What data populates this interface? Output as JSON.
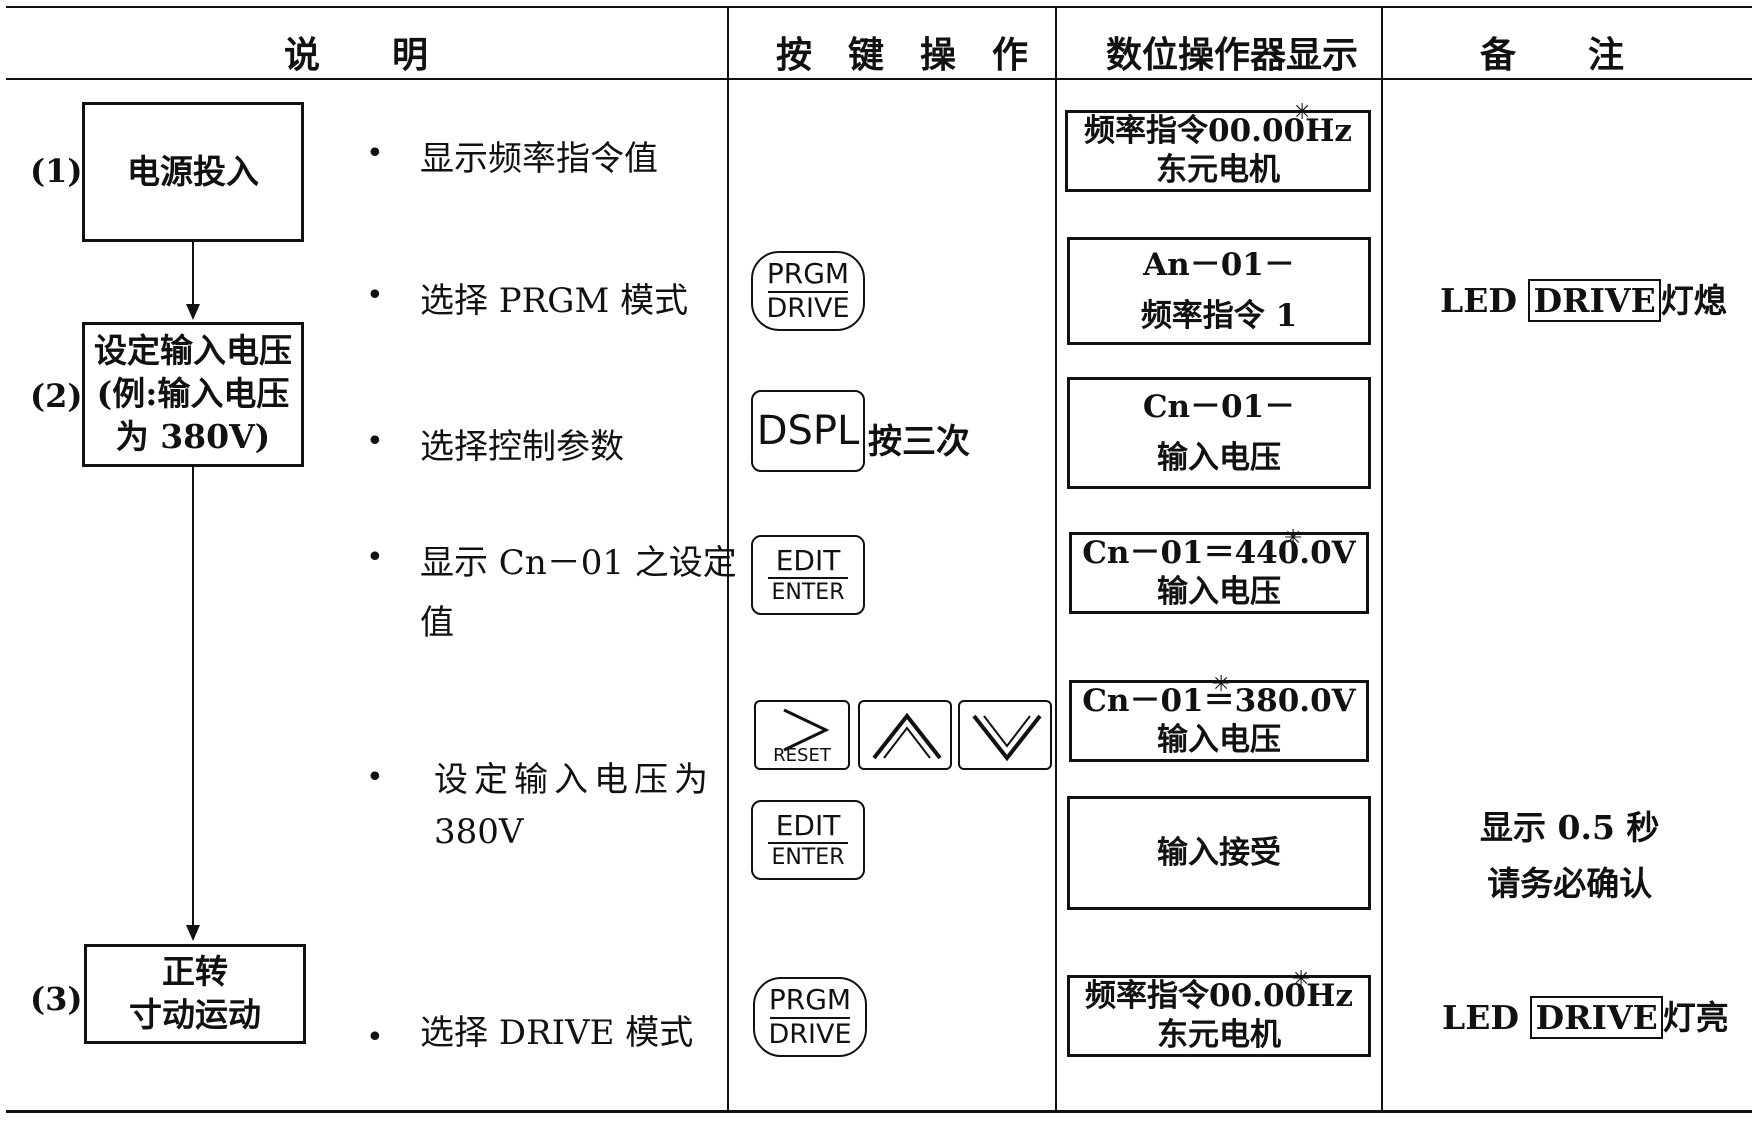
{
  "headers": {
    "description": "说　　明",
    "key_operation": "按　键　操　作",
    "display": "数位操作器显示",
    "remarks": "备　　注"
  },
  "flow": {
    "step1": {
      "num": "(1)",
      "lines": [
        "电源投入"
      ]
    },
    "step2": {
      "num": "(2)",
      "lines": [
        "设定输入电压",
        "(例:输入电压",
        "为 380V)"
      ]
    },
    "step3": {
      "num": "(3)",
      "lines": [
        "正转",
        "寸动运动"
      ]
    }
  },
  "descriptions": {
    "d1": "显示频率指令值",
    "d2": "选择 PRGM 模式",
    "d3": "选择控制参数",
    "d4_line1": "显示 Cn－01 之设定",
    "d4_line2": "值",
    "d5_line1": "设定输入电压为",
    "d5_line2": "380V",
    "d6": "选择 DRIVE 模式",
    "bullet": "•"
  },
  "keys": {
    "prgm_drive": {
      "top": "PRGM",
      "bottom": "DRIVE"
    },
    "dspl": "DSPL",
    "dspl_note": "按三次",
    "edit_enter": {
      "top": "EDIT",
      "bottom": "ENTER"
    },
    "reset": "RESET",
    "up_icon": "up-arrow-icon",
    "down_icon": "down-arrow-icon"
  },
  "displays": {
    "disp1": {
      "line1": "频率指令00.00Hz",
      "line2": "东元电机"
    },
    "disp2": {
      "line1": "An－01－",
      "line2": "频率指令 1"
    },
    "disp3": {
      "line1": "Cn－01－",
      "line2": "输入电压"
    },
    "disp4": {
      "line1": "Cn－01＝440.0V",
      "line2": "输入电压"
    },
    "disp5": {
      "line1": "Cn－01＝380.0V",
      "line2": "输入电压"
    },
    "disp6": {
      "line1": "输入接受"
    },
    "disp7": {
      "line1": "频率指令00.00Hz",
      "line2": "东元电机"
    },
    "blink_icon": "blink-indicator-icon"
  },
  "remarks": {
    "r1_prefix": "LED",
    "r1_box": "DRIVE",
    "r1_suffix": "灯熄",
    "r2_line1": "显示 0.5 秒",
    "r2_line2": "请务必确认",
    "r3_prefix": "LED",
    "r3_box": "DRIVE",
    "r3_suffix": "灯亮"
  }
}
